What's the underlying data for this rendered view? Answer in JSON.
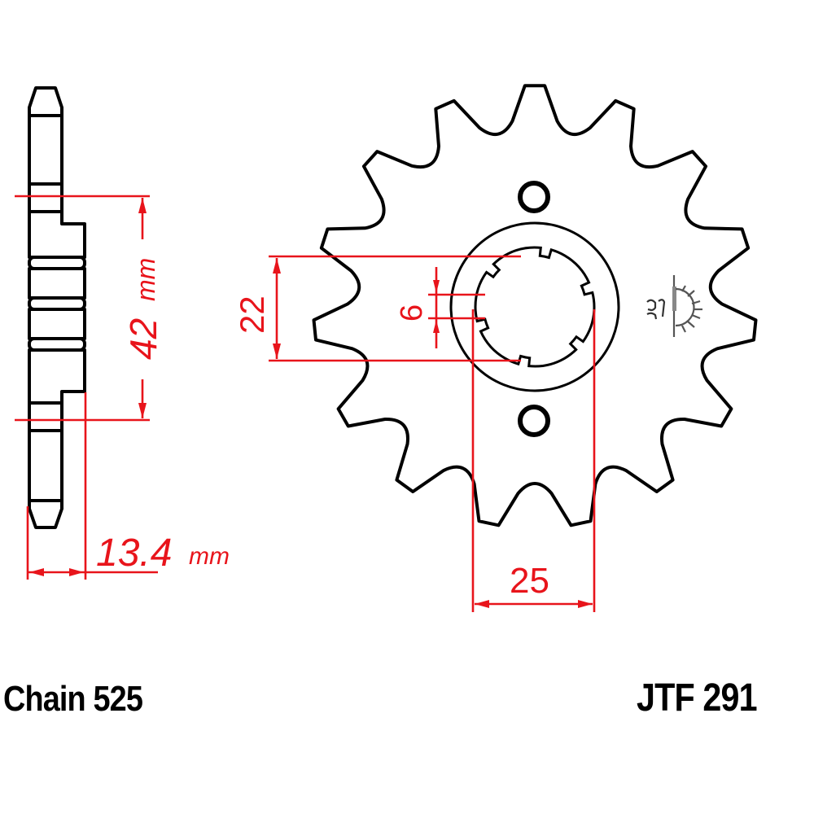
{
  "diagram": {
    "subject": "Front sprocket technical drawing",
    "teeth_count": 15,
    "colors": {
      "outline": "#000000",
      "dimension": "#e8141b",
      "background": "#ffffff"
    }
  },
  "side_view": {
    "dimensions": {
      "hub_diameter": {
        "value": "42",
        "unit": "mm"
      },
      "thickness": {
        "value": "13.4",
        "unit": "mm"
      }
    }
  },
  "front_view": {
    "dimensions": {
      "spline_inner": {
        "value": "22"
      },
      "spline_width": {
        "value": "6"
      },
      "spline_outer": {
        "value": "25"
      }
    },
    "icons": [
      "sun-direction-symbol"
    ]
  },
  "footer": {
    "chain": "Chain 525",
    "part_number": "JTF 291"
  }
}
